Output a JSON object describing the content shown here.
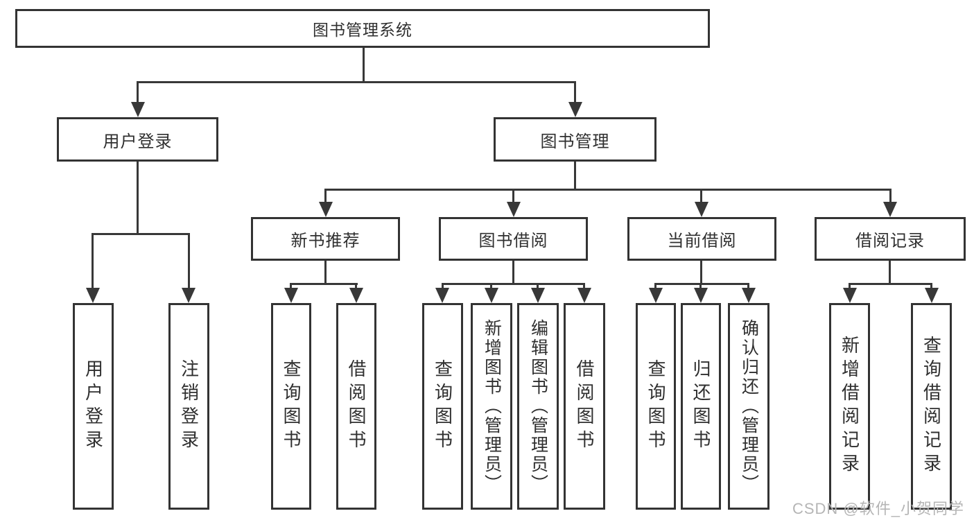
{
  "tree": {
    "root": "图书管理系统",
    "login": {
      "label": "用户登录",
      "children": [
        "用户登录",
        "注销登录"
      ]
    },
    "management": {
      "label": "图书管理",
      "sections": [
        {
          "label": "新书推荐",
          "children": [
            "查询图书",
            "借阅图书"
          ]
        },
        {
          "label": "图书借阅",
          "children": [
            "查询图书",
            "新增图书（管理员）",
            "编辑图书（管理员）",
            "借阅图书"
          ]
        },
        {
          "label": "当前借阅",
          "children": [
            "查询图书",
            "归还图书",
            "确认归还（管理员）"
          ]
        },
        {
          "label": "借阅记录",
          "children": [
            "新增借阅记录",
            "查询借阅记录"
          ]
        }
      ]
    }
  },
  "watermark": {
    "text": "CSDN @软件_小贺同学"
  },
  "colors": {
    "line": "#383838",
    "border": "#333333",
    "text": "#2f2f2f",
    "watermark": "#b5b5b5",
    "background": "#ffffff"
  }
}
